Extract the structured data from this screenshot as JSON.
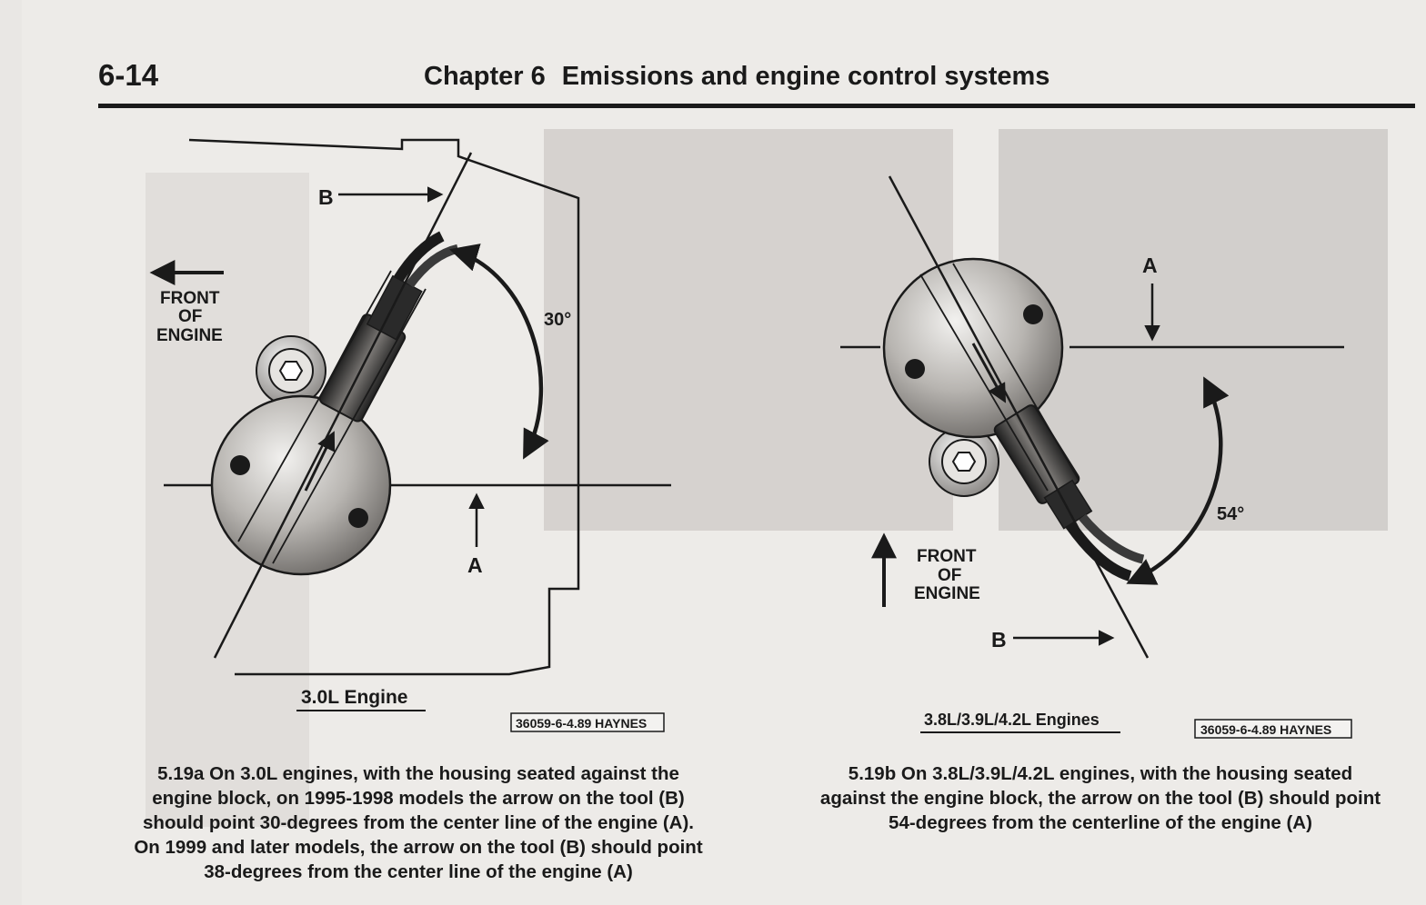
{
  "page": {
    "number": "6-14",
    "chapter_label": "Chapter 6",
    "chapter_title": "Emissions and engine control systems"
  },
  "figure_a": {
    "label_b": "B",
    "label_a": "A",
    "front_line1": "FRONT",
    "front_line2": "OF",
    "front_line3": "ENGINE",
    "angle": "30°",
    "engine_label": "3.0L Engine",
    "stamp": "36059-6-4.89 HAYNES",
    "caption_lines": [
      "5.19a  On 3.0L engines, with the housing seated against the",
      "engine block, on 1995-1998 models the arrow on the tool (B)",
      "should point 30-degrees from the center line of the engine (A).",
      "On 1999 and later models, the arrow on the tool (B) should point",
      "38-degrees from the center line of the engine (A)"
    ]
  },
  "figure_b": {
    "label_a": "A",
    "label_b": "B",
    "front_line1": "FRONT",
    "front_line2": "OF",
    "front_line3": "ENGINE",
    "angle": "54°",
    "engine_label": "3.8L/3.9L/4.2L Engines",
    "stamp": "36059-6-4.89 HAYNES",
    "caption_lines": [
      "5.19b  On 3.8L/3.9L/4.2L engines, with the housing seated",
      "against the engine block, the arrow on the tool (B) should point",
      "54-degrees from the centerline of the engine (A)"
    ]
  },
  "colors": {
    "ink": "#1a1a1a",
    "paper": "#edebe8",
    "photo_gray": "#c9c6c2"
  }
}
